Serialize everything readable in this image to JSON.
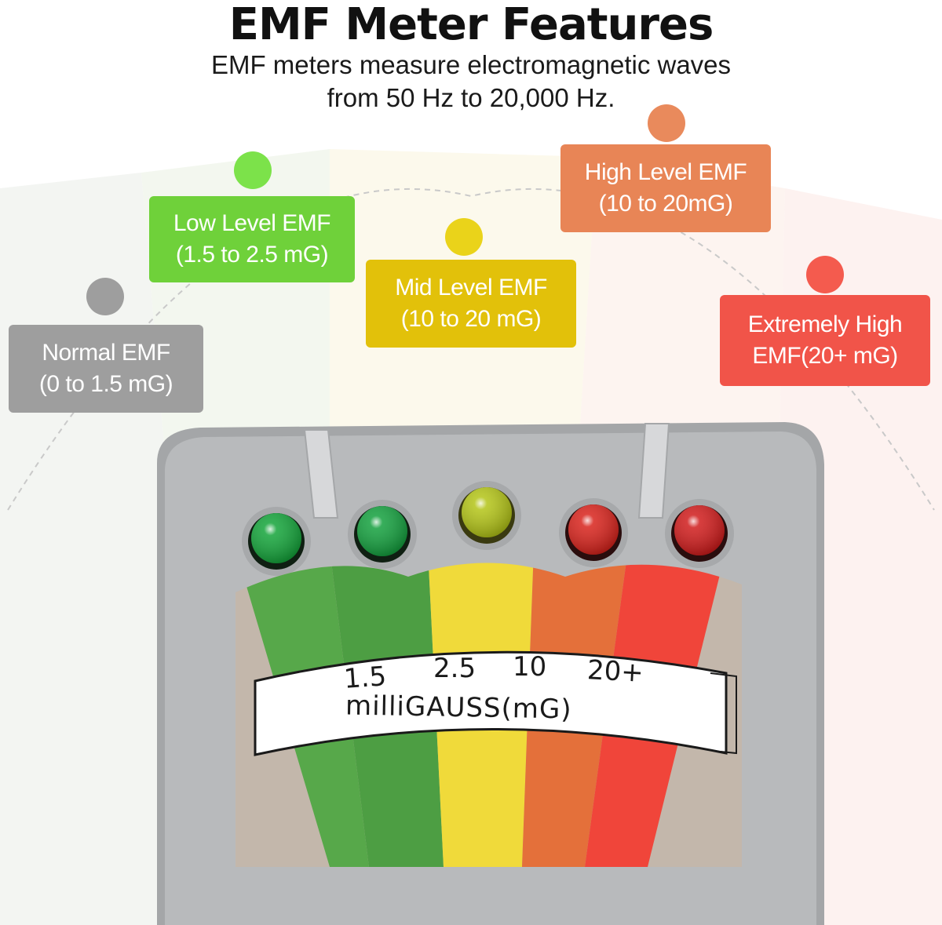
{
  "title": "EMF Meter Features",
  "subtitle": {
    "line1": "EMF meters measure electromagnetic waves",
    "line2": "from 50 Hz to 20,000 Hz."
  },
  "levels": [
    {
      "line1": "Normal EMF",
      "line2": "(0 to 1.5 mG)",
      "color": "#9e9e9e"
    },
    {
      "line1": "Low Level EMF",
      "line2": "(1.5 to 2.5 mG)",
      "color": "#6fd13a"
    },
    {
      "line1": "Mid Level EMF",
      "line2": "(10 to 20 mG)",
      "color": "#e2c10a"
    },
    {
      "line1": "High Level EMF",
      "line2": "(10 to 20mG)",
      "color": "#e88556"
    },
    {
      "line1": "Extremely High",
      "line2": "EMF(20+ mG)",
      "color": "#f15449"
    }
  ],
  "meter": {
    "scale_marks": [
      "1.5",
      "2.5",
      "10",
      "20+"
    ],
    "unit_label": "milliGAUSS(mG)",
    "led_colors": [
      "#14a43a",
      "#14a03e",
      "#b3c417",
      "#d8231c",
      "#d01c1c"
    ]
  }
}
